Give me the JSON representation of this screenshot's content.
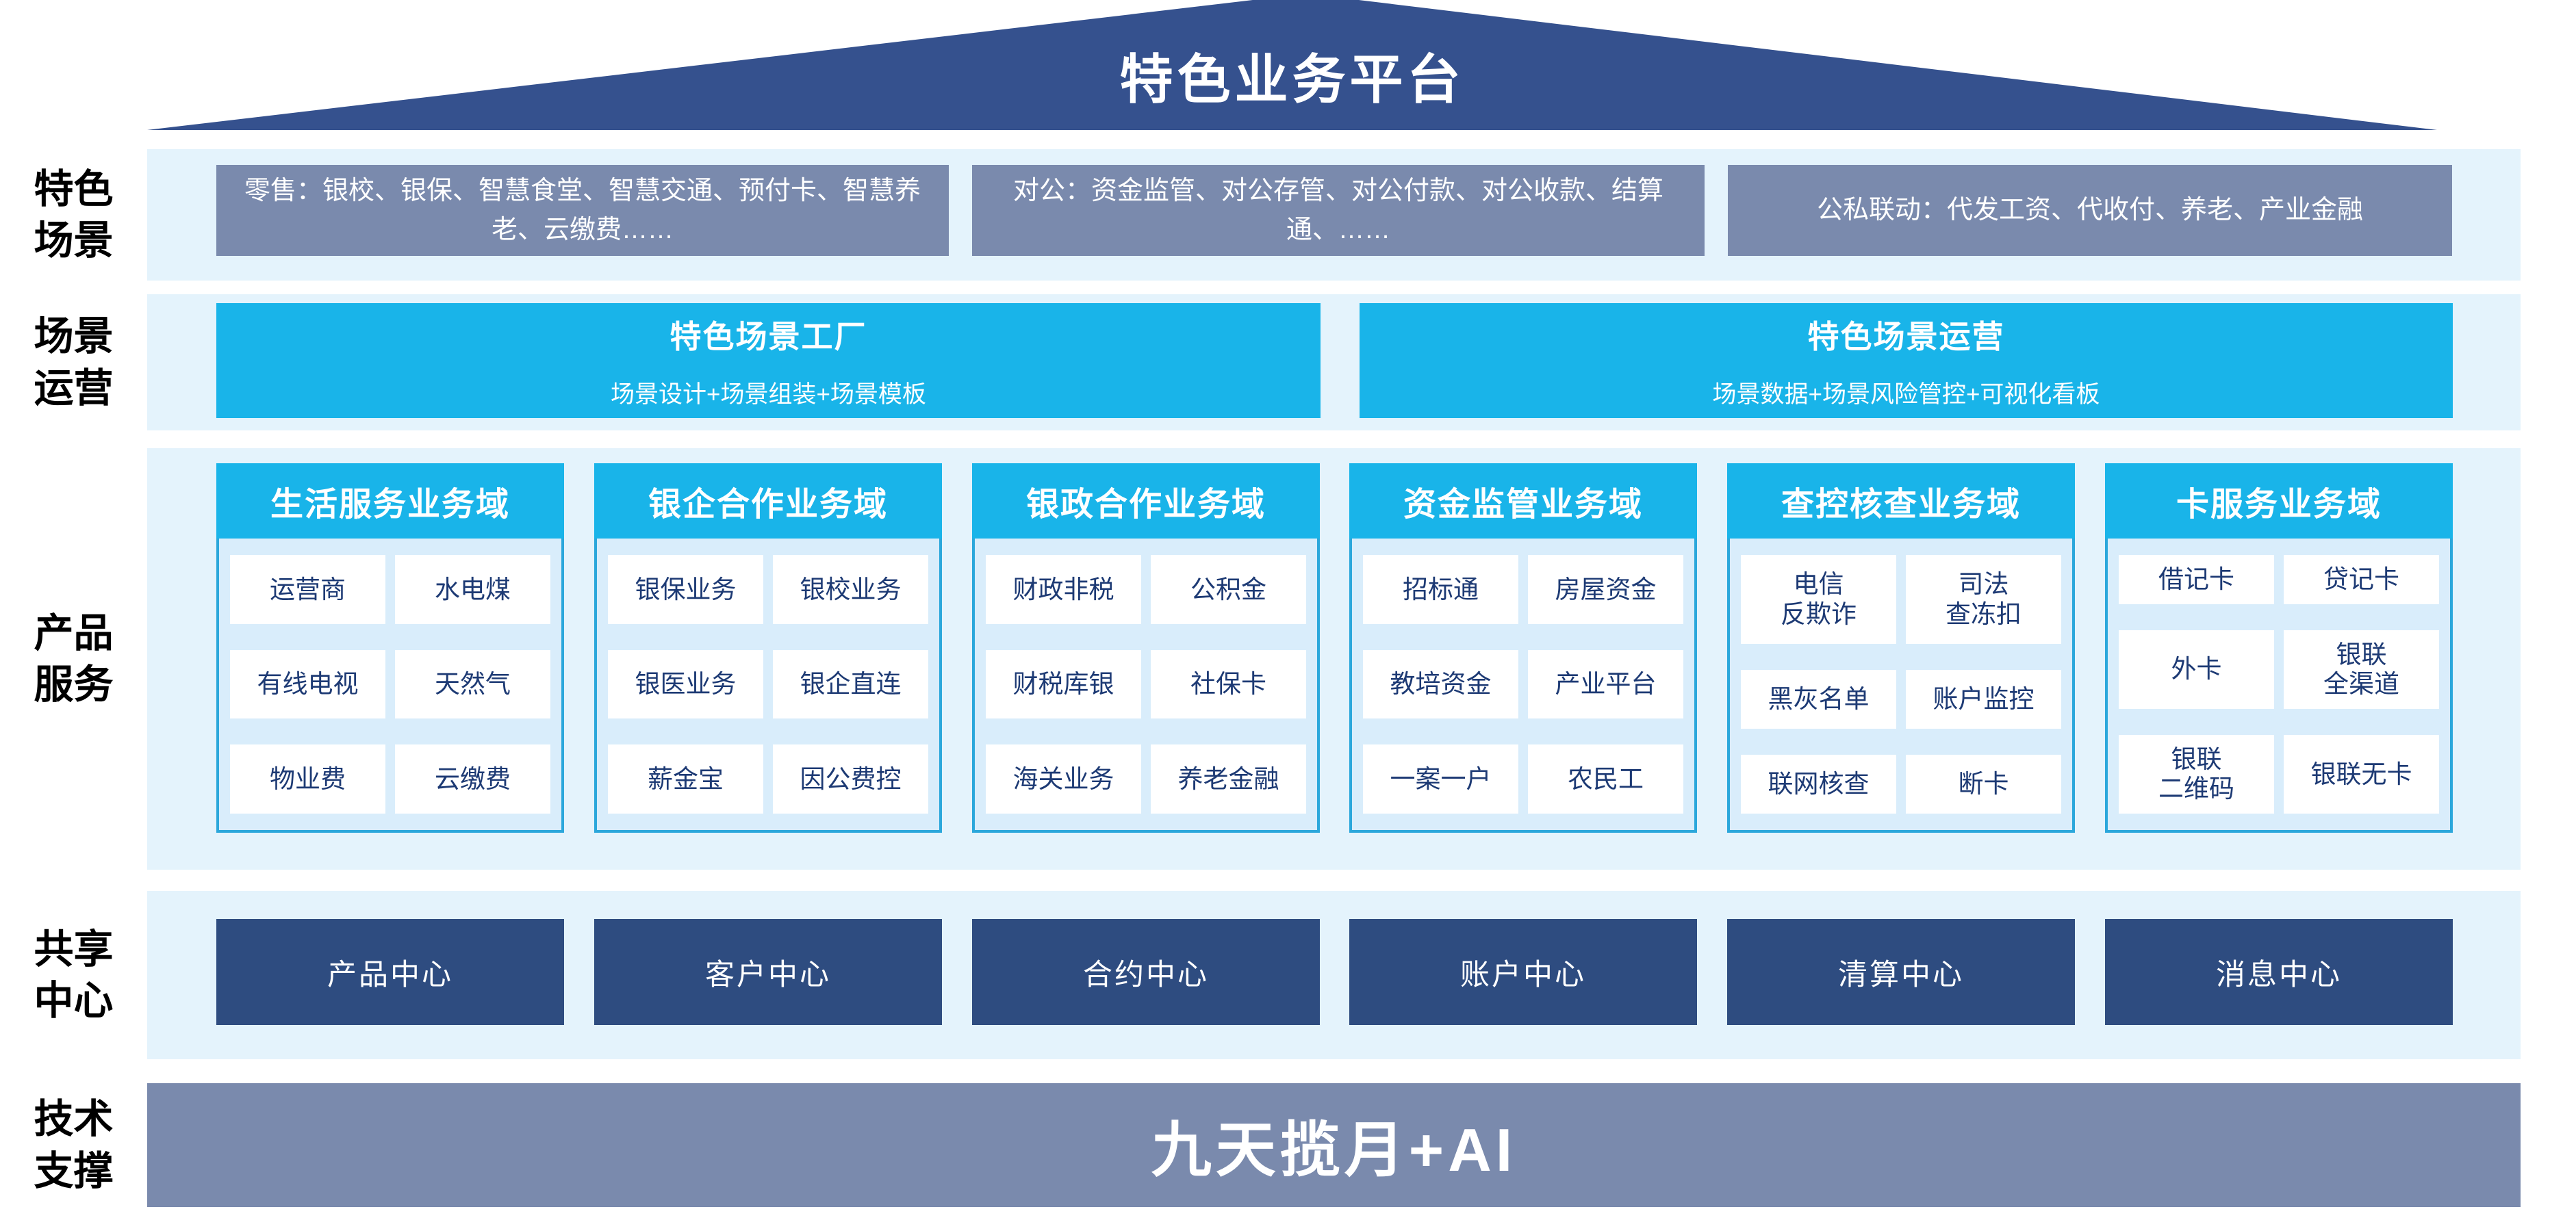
{
  "colors": {
    "roof_navy": "#35518E",
    "center_navy": "#2E4C80",
    "gray_blue": "#7A8AAD",
    "cyan": "#19B4E9",
    "band_bg": "#E4F3FC",
    "column_body_bg": "#D9EDFB",
    "column_border": "#2BA7DB",
    "cell_text": "#1D3A74"
  },
  "roof": {
    "title": "特色业务平台"
  },
  "scene_row": {
    "label": "特色\n场景",
    "boxes": [
      "零售：银校、银保、智慧食堂、智慧交通、预付卡、智慧养老、云缴费……",
      "对公：资金监管、对公存管、对公付款、对公收款、结算通、……",
      "公私联动：代发工资、代收付、养老、产业金融"
    ]
  },
  "ops_row": {
    "label": "场景\n运营",
    "boxes": [
      {
        "title": "特色场景工厂",
        "subtitle": "场景设计+场景组装+场景模板"
      },
      {
        "title": "特色场景运营",
        "subtitle": "场景数据+场景风险管控+可视化看板"
      }
    ]
  },
  "products_row": {
    "label": "产品\n服务",
    "columns": [
      {
        "header": "生活服务业务域",
        "cells": [
          "运营商",
          "水电煤",
          "有线电视",
          "天然气",
          "物业费",
          "云缴费"
        ]
      },
      {
        "header": "银企合作业务域",
        "cells": [
          "银保业务",
          "银校业务",
          "银医业务",
          "银企直连",
          "薪金宝",
          "因公费控"
        ]
      },
      {
        "header": "银政合作业务域",
        "cells": [
          "财政非税",
          "公积金",
          "财税库银",
          "社保卡",
          "海关业务",
          "养老金融"
        ]
      },
      {
        "header": "资金监管业务域",
        "cells": [
          "招标通",
          "房屋资金",
          "教培资金",
          "产业平台",
          "一案一户",
          "农民工"
        ]
      },
      {
        "header": "查控核查业务域",
        "cells": [
          "电信\n反欺诈",
          "司法\n查冻扣",
          "黑灰名单",
          "账户监控",
          "联网核查",
          "断卡"
        ]
      },
      {
        "header": "卡服务业务域",
        "cells": [
          "借记卡",
          "贷记卡",
          "外卡",
          "银联\n全渠道",
          "银联\n二维码",
          "银联无卡"
        ]
      }
    ]
  },
  "centers_row": {
    "label": "共享\n中心",
    "boxes": [
      "产品中心",
      "客户中心",
      "合约中心",
      "账户中心",
      "清算中心",
      "消息中心"
    ]
  },
  "tech_row": {
    "label": "技术\n支撑",
    "banner": "九天揽月+AI"
  }
}
